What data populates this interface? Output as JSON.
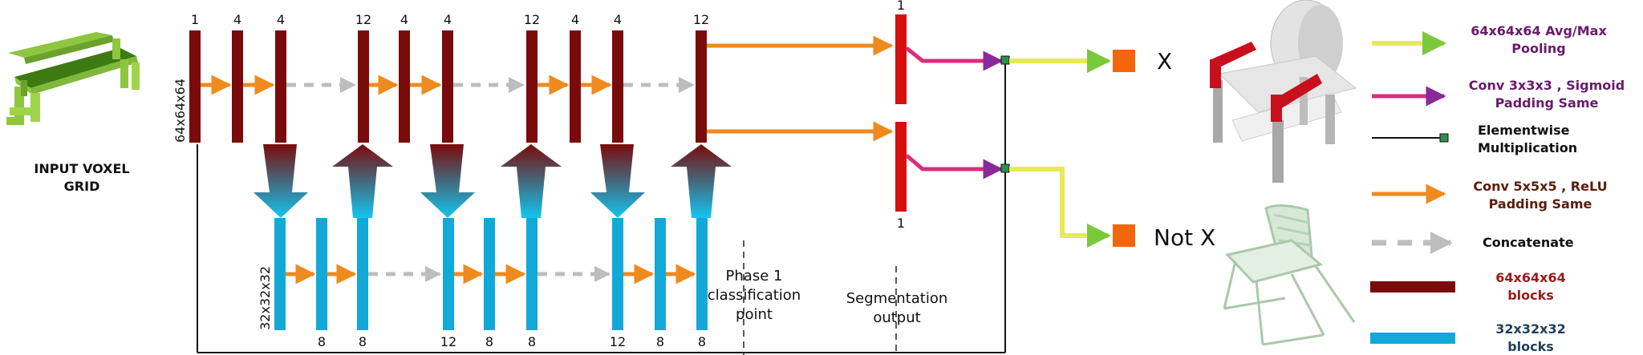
{
  "input": {
    "label_line1": "INPUT VOXEL",
    "label_line2": "GRID"
  },
  "dims": {
    "top": "64x64x64",
    "bottom": "32x32x32"
  },
  "top_block_numbers": [
    "1",
    "4",
    "4",
    "12",
    "4",
    "4",
    "12",
    "4",
    "4",
    "12"
  ],
  "bottom_block_numbers": [
    "8",
    "8",
    "12",
    "8",
    "8",
    "12",
    "8",
    "8"
  ],
  "seg_block_numbers": [
    "1",
    "1"
  ],
  "annotations": {
    "phase1": [
      "Phase 1",
      "classification",
      "point"
    ],
    "segmentation": [
      "Segmentation",
      "output"
    ]
  },
  "outputs": {
    "x_label": "X",
    "not_x_label": "Not X"
  },
  "legend": [
    {
      "line1": "64x64x64 Avg/Max",
      "line2": "Pooling",
      "color": "#6a1a6a",
      "kind": "yellow-arrow"
    },
    {
      "line1": "Conv 3x3x3 , Sigmoid",
      "line2": "Padding Same",
      "color": "#6a1a6a",
      "kind": "magenta-arrow"
    },
    {
      "line1": "Elementwise",
      "line2": "Multiplication",
      "color": "#111111",
      "kind": "mult-line"
    },
    {
      "line1": "Conv 5x5x5 , ReLU",
      "line2": "Padding Same",
      "color": "#5a1d0c",
      "kind": "orange-arrow"
    },
    {
      "line1": "Concatenate",
      "line2": "",
      "color": "#111111",
      "kind": "concat-arrow"
    },
    {
      "line1": "64x64x64",
      "line2": "blocks",
      "color": "#9a1a1a",
      "kind": "red-bar"
    },
    {
      "line1": "32x32x32",
      "line2": "blocks",
      "color": "#1f3f5a",
      "kind": "blue-bar"
    }
  ],
  "colors": {
    "dark_red": "#7a0b0b",
    "bright_red": "#d60f0f",
    "cyan": "#12a9d9",
    "orange": "#ef8a1e",
    "magenta": "#dc2d7c",
    "yellow": "#e8ea55",
    "gray_dash": "#bdbdbd",
    "green_square": "#2f8f4f",
    "output_square": "#f3660c"
  }
}
